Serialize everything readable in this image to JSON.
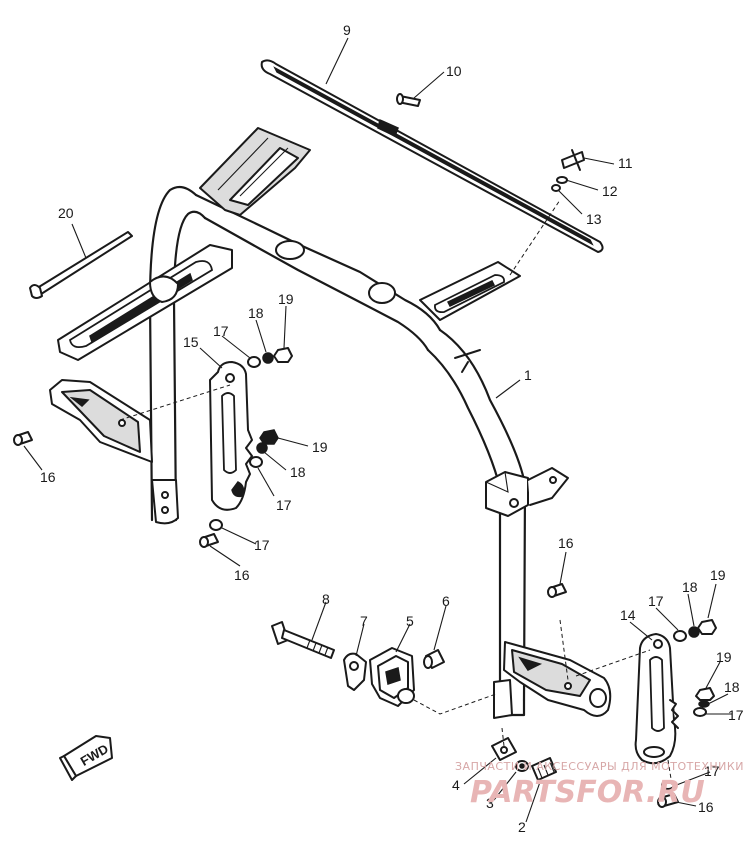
{
  "part_numbers": {
    "p1": "1",
    "p2": "2",
    "p3": "3",
    "p4": "4",
    "p5": "5",
    "p6": "6",
    "p7": "7",
    "p8": "8",
    "p9": "9",
    "p10": "10",
    "p11": "11",
    "p12": "12",
    "p13": "13",
    "p14": "14",
    "p15": "15",
    "p16": "16",
    "p17": "17",
    "p18": "18",
    "p19": "19",
    "p20": "20"
  },
  "fwd_label": "FWD",
  "watermark": {
    "top_text": "ЗАПЧАСТИ И АКСЕССУАРЫ ДЛЯ МОТОТЕХНИКИ",
    "main_text": "PARTSFOR.RU"
  },
  "colors": {
    "line": "#1a1a1a",
    "background": "#ffffff",
    "watermark": "#e8b5b5"
  }
}
